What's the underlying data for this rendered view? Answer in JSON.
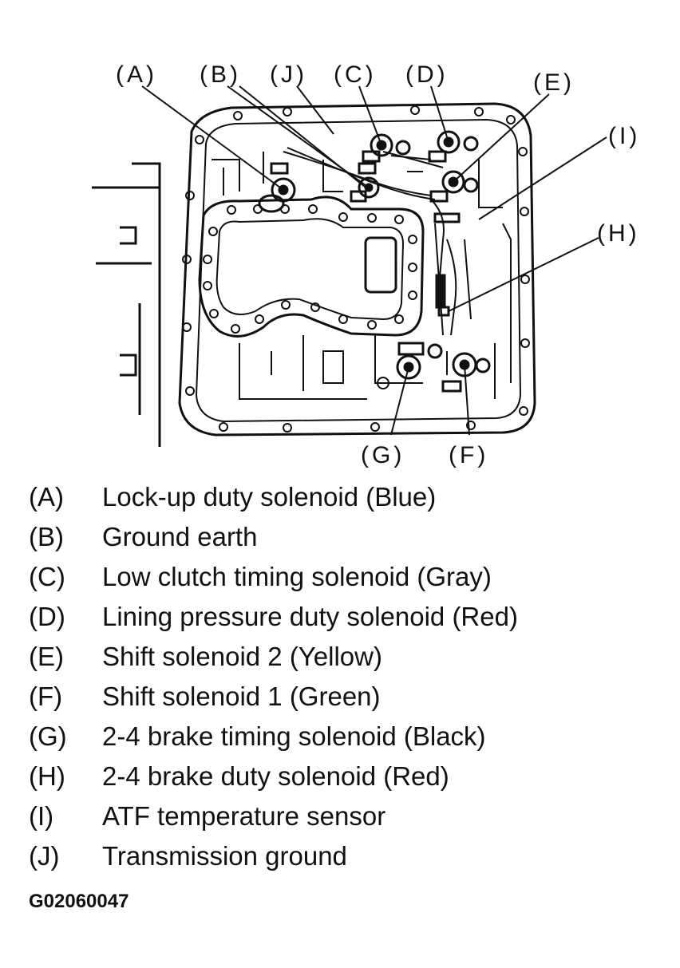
{
  "callouts": {
    "A": "(A)",
    "B": "(B)",
    "J": "(J)",
    "C": "(C)",
    "D": "(D)",
    "E": "(E)",
    "I": "(I)",
    "H": "(H)",
    "G": "(G)",
    "F": "(F)"
  },
  "legend": [
    {
      "key": "(A)",
      "text": "Lock-up duty solenoid (Blue)"
    },
    {
      "key": "(B)",
      "text": "Ground earth"
    },
    {
      "key": "(C)",
      "text": "Low clutch timing solenoid (Gray)"
    },
    {
      "key": "(D)",
      "text": "Lining pressure duty solenoid (Red)"
    },
    {
      "key": "(E)",
      "text": "Shift solenoid 2 (Yellow)"
    },
    {
      "key": "(F)",
      "text": "Shift solenoid 1 (Green)"
    },
    {
      "key": "(G)",
      "text": "2-4 brake timing solenoid (Black)"
    },
    {
      "key": "(H)",
      "text": "2-4 brake duty solenoid (Red)"
    },
    {
      "key": "(I)",
      "text": "ATF temperature sensor"
    },
    {
      "key": "(J)",
      "text": "Transmission ground"
    }
  ],
  "figure_code": "G02060047"
}
